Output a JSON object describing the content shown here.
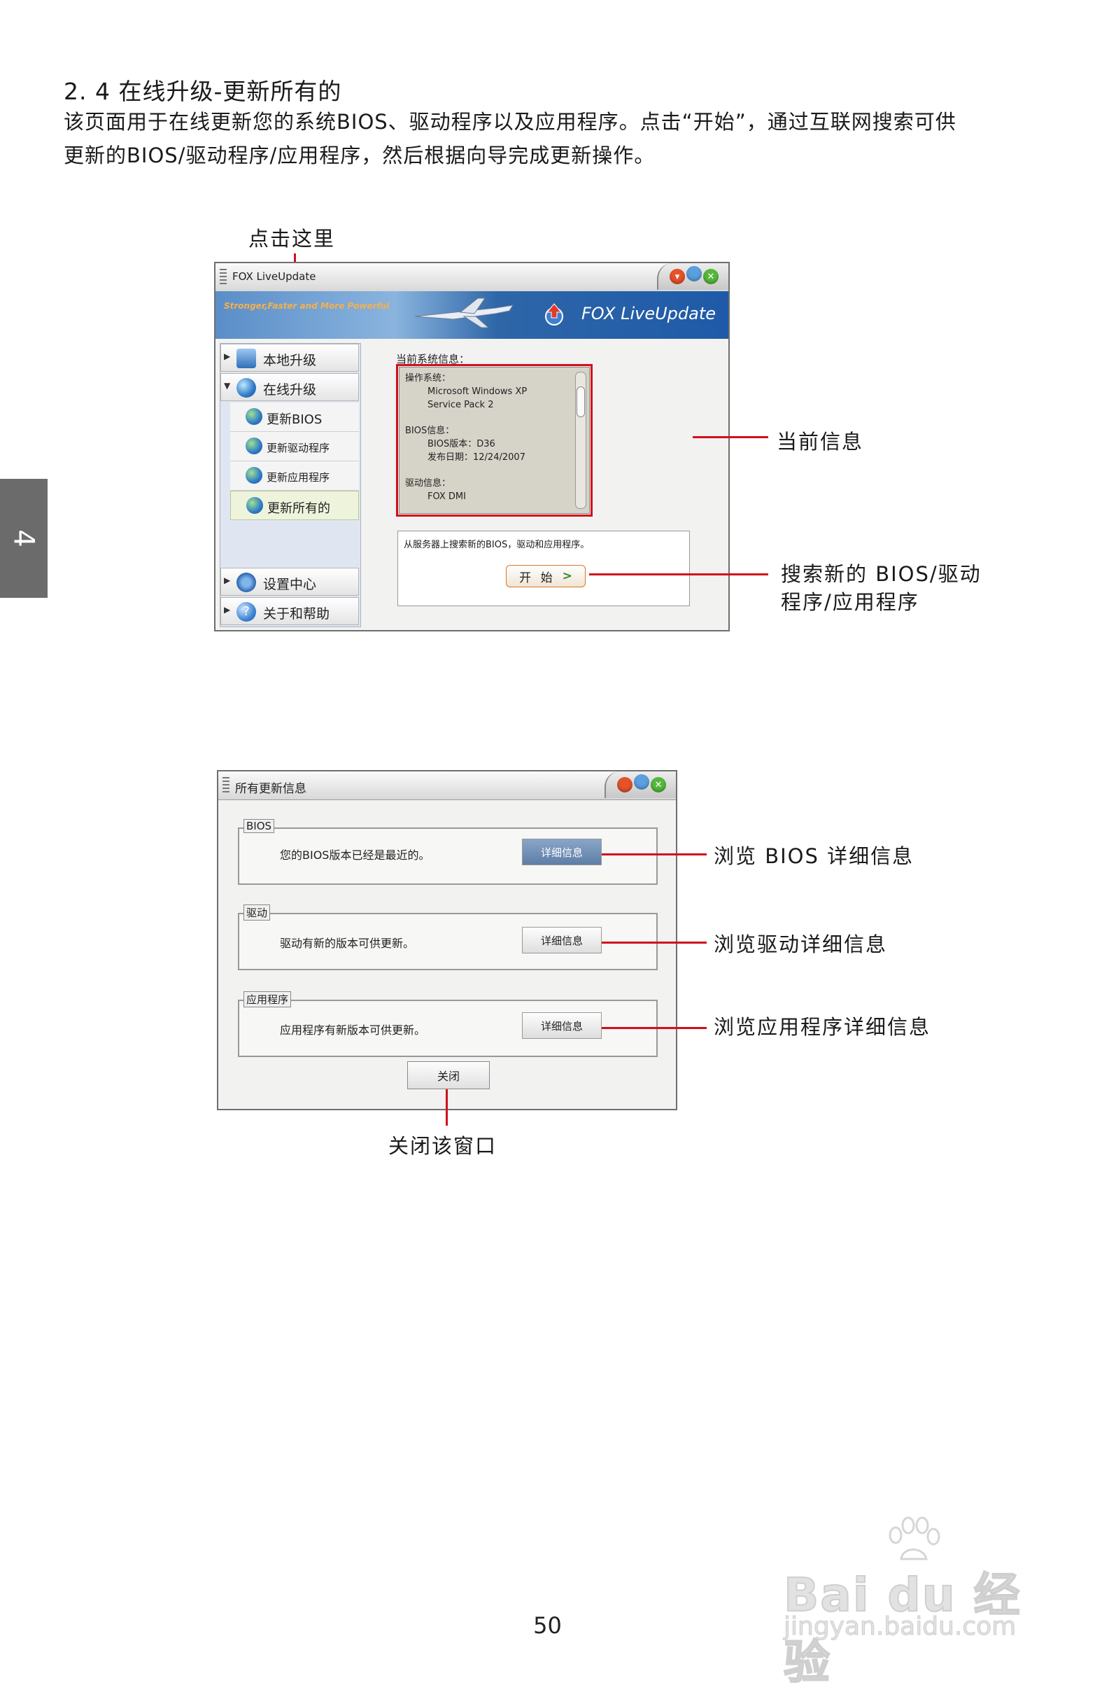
{
  "section": {
    "title": "2. 4  在线升级-更新所有的",
    "intro_line1": "该页面用于在线更新您的系统BIOS、驱动程序以及应用程序。点击“开始”，通过互联网搜索可供",
    "intro_line2": "更新的BIOS/驱动程序/应用程序，然后根据向导完成更新操作。"
  },
  "chapter_tab": "4",
  "figure1": {
    "callout_click": "点击这里",
    "callout_current": "当前信息",
    "callout_search_line1": "搜索新的  BIOS/驱动",
    "callout_search_line2": "程序/应用程序",
    "window": {
      "title": "FOX LiveUpdate",
      "banner_slogan": "Stronger,Faster and More Powerful",
      "banner_brand": "FOX LiveUpdate",
      "nav": {
        "local_upgrade": "本地升级",
        "online_upgrade": "在线升级",
        "sub_update_bios": "更新BIOS",
        "sub_update_driver": "更新驱动程序",
        "sub_update_app": "更新应用程序",
        "sub_update_all": "更新所有的",
        "settings_center": "设置中心",
        "about_help": "关于和帮助"
      },
      "current_info_title": "当前系统信息：",
      "info": {
        "os_label": "操作系统：",
        "os_line1": "Microsoft Windows XP",
        "os_line2": "Service Pack 2",
        "bios_label": "BIOS信息：",
        "bios_version": "BIOS版本：D36",
        "bios_date": "发布日期：12/24/2007",
        "driver_label": "驱动信息：",
        "driver_value": "FOX DMI"
      },
      "search_text": "从服务器上搜索新的BIOS，驱动和应用程序。",
      "start_button": "开 始",
      "start_chevron": ">"
    }
  },
  "figure2": {
    "window_title": "所有更新信息",
    "bios": {
      "label": "BIOS",
      "text": "您的BIOS版本已经是最近的。",
      "button": "详细信息"
    },
    "driver": {
      "label": "驱动",
      "text": "驱动有新的版本可供更新。",
      "button": "详细信息"
    },
    "app": {
      "label": "应用程序",
      "text": "应用程序有新版本可供更新。",
      "button": "详细信息"
    },
    "close_button": "关闭",
    "callout_bios": "浏览  BIOS  详细信息",
    "callout_driver": "浏览驱动详细信息",
    "callout_app": "浏览应用程序详细信息",
    "callout_close": "关闭该窗口"
  },
  "page_number": "50",
  "watermark": {
    "line1": "Bai du 经验",
    "line2": "jingyan.baidu.com"
  }
}
